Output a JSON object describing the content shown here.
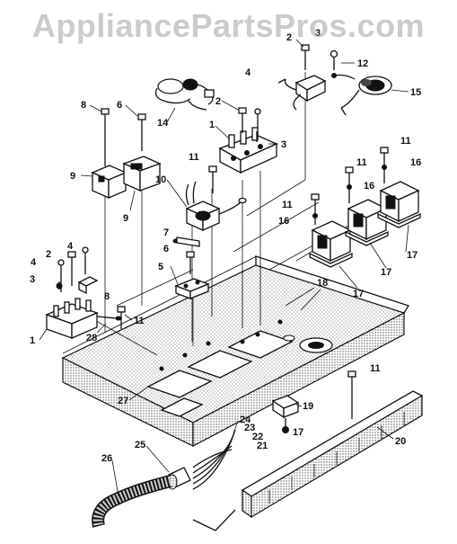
{
  "watermark": "AppliancePartsPros.com",
  "callouts": [
    {
      "id": "c1a",
      "text": "1"
    },
    {
      "id": "c1b",
      "text": "1"
    },
    {
      "id": "c2a",
      "text": "2"
    },
    {
      "id": "c2b",
      "text": "2"
    },
    {
      "id": "c2c",
      "text": "2"
    },
    {
      "id": "c3a",
      "text": "3"
    },
    {
      "id": "c3b",
      "text": "3"
    },
    {
      "id": "c3c",
      "text": "3"
    },
    {
      "id": "c4a",
      "text": "4"
    },
    {
      "id": "c4b",
      "text": "4"
    },
    {
      "id": "c4c",
      "text": "4"
    },
    {
      "id": "c5",
      "text": "5"
    },
    {
      "id": "c6a",
      "text": "6"
    },
    {
      "id": "c6b",
      "text": "6"
    },
    {
      "id": "c7",
      "text": "7"
    },
    {
      "id": "c8a",
      "text": "8"
    },
    {
      "id": "c8b",
      "text": "8"
    },
    {
      "id": "c9a",
      "text": "9"
    },
    {
      "id": "c9b",
      "text": "9"
    },
    {
      "id": "c10",
      "text": "10"
    },
    {
      "id": "c11a",
      "text": "11"
    },
    {
      "id": "c11b",
      "text": "11"
    },
    {
      "id": "c11c",
      "text": "11"
    },
    {
      "id": "c11d",
      "text": "11"
    },
    {
      "id": "c11e",
      "text": "11"
    },
    {
      "id": "c11f",
      "text": "11"
    },
    {
      "id": "c12",
      "text": "12"
    },
    {
      "id": "c14",
      "text": "14"
    },
    {
      "id": "c15",
      "text": "15"
    },
    {
      "id": "c16a",
      "text": "16"
    },
    {
      "id": "c16b",
      "text": "16"
    },
    {
      "id": "c16c",
      "text": "16"
    },
    {
      "id": "c17a",
      "text": "17"
    },
    {
      "id": "c17b",
      "text": "17"
    },
    {
      "id": "c17c",
      "text": "17"
    },
    {
      "id": "c17d",
      "text": "17"
    },
    {
      "id": "c18",
      "text": "18"
    },
    {
      "id": "c19",
      "text": "19"
    },
    {
      "id": "c20",
      "text": "20"
    },
    {
      "id": "c21",
      "text": "21"
    },
    {
      "id": "c22",
      "text": "22"
    },
    {
      "id": "c23",
      "text": "23"
    },
    {
      "id": "c24",
      "text": "24"
    },
    {
      "id": "c25",
      "text": "25"
    },
    {
      "id": "c26",
      "text": "26"
    },
    {
      "id": "c27",
      "text": "27"
    },
    {
      "id": "c28",
      "text": "28"
    }
  ]
}
